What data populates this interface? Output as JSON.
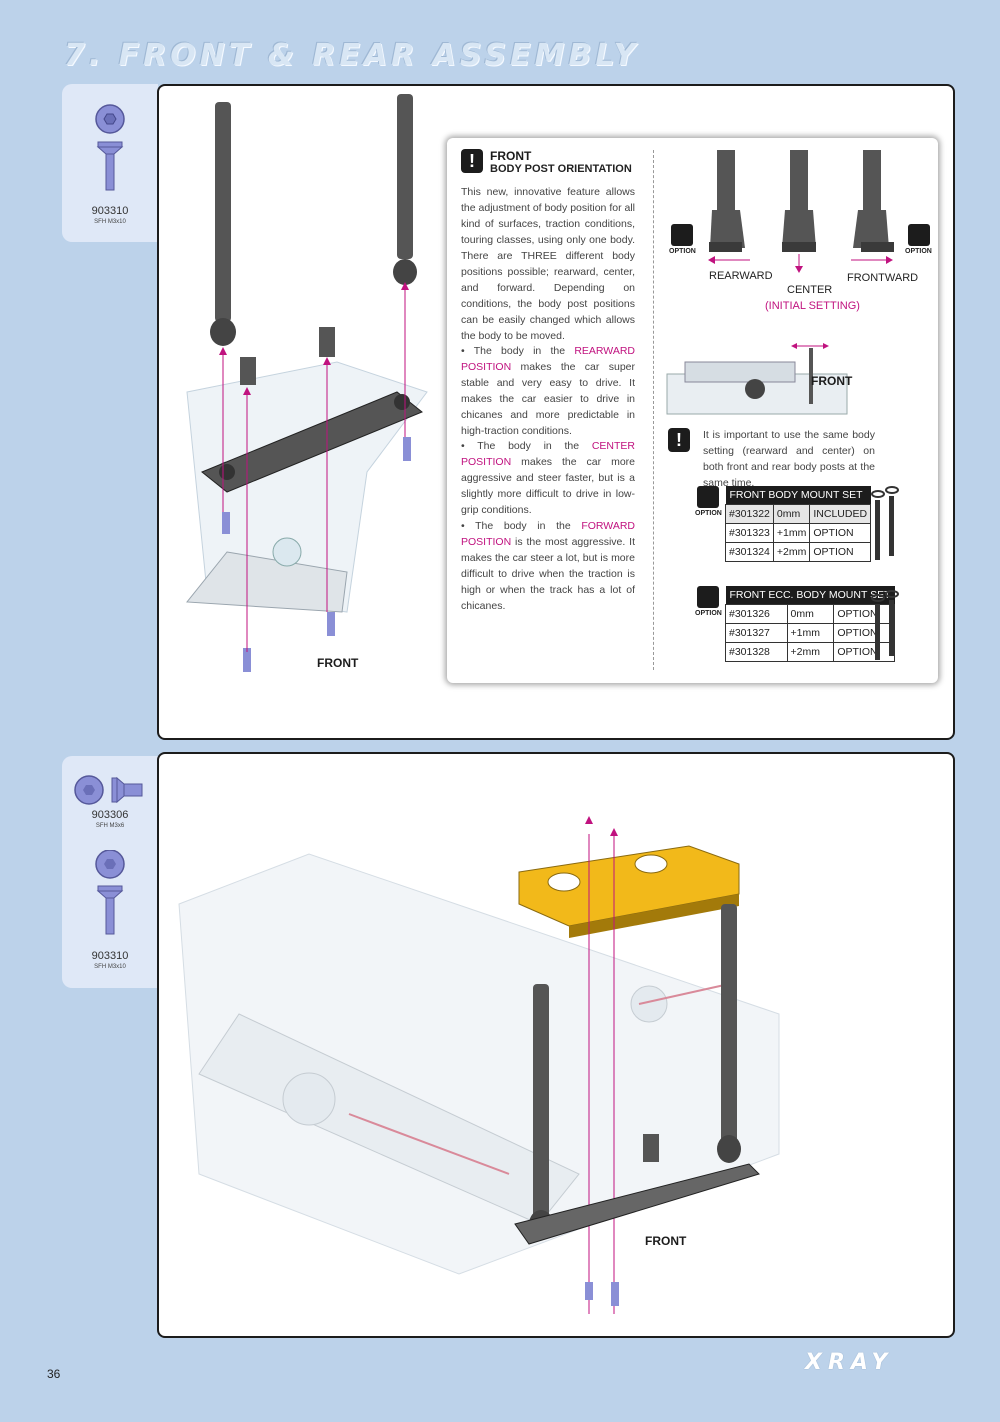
{
  "section_title": "7. FRONT & REAR ASSEMBLY",
  "page_number": "36",
  "brand": "XRAY",
  "step1": {
    "parts": [
      {
        "code": "903310",
        "desc": "SFH M3x10"
      }
    ],
    "front_label": "FRONT",
    "inset": {
      "heading1": "FRONT",
      "heading2": "BODY POST ORIENTATION",
      "intro": "This new, innovative feature allows the adjustment of body position for all kind of surfaces, traction conditions, touring classes, using only one body. There are THREE different body positions possible; rearward, center, and forward. Depending on conditions, the body post positions can be easily changed which allows the body to be moved.",
      "bullets": [
        {
          "pre": "• The body in the ",
          "hl": "REARWARD POSITION",
          "post": " makes the car super stable and very easy to drive. It makes the car easier to drive in chicanes and more predictable in high-traction conditions."
        },
        {
          "pre": "• The body in the ",
          "hl": "CENTER POSITION",
          "post": " makes the car more aggressive and steer faster, but is a slightly more difficult to drive in low-grip conditions."
        },
        {
          "pre": "• The body in the ",
          "hl": "FORWARD POSITION",
          "post": " is the most aggressive. It makes the car steer a lot, but is more difficult to drive when the traction is high or when the track has a lot of chicanes."
        }
      ],
      "positions": {
        "rearward": "REARWARD",
        "center": "CENTER",
        "initial": "(INITIAL SETTING)",
        "frontward": "FRONTWARD"
      },
      "option_label": "OPTION",
      "diagram_front": "FRONT",
      "note": "It is important to use the same body setting (rearward and center) on both front and rear body posts at the same time.",
      "table1": {
        "title": "FRONT BODY MOUNT SET",
        "rows": [
          [
            "#301322",
            "0mm",
            "INCLUDED"
          ],
          [
            "#301323",
            "+1mm",
            "OPTION"
          ],
          [
            "#301324",
            "+2mm",
            "OPTION"
          ]
        ]
      },
      "table2": {
        "title": "FRONT ECC. BODY MOUNT SET",
        "rows": [
          [
            "#301326",
            "0mm",
            "OPTION"
          ],
          [
            "#301327",
            "+1mm",
            "OPTION"
          ],
          [
            "#301328",
            "+2mm",
            "OPTION"
          ]
        ]
      }
    }
  },
  "step2": {
    "parts": [
      {
        "code": "903306",
        "desc": "SFH M3x6"
      },
      {
        "code": "903310",
        "desc": "SFH M3x10"
      }
    ],
    "front_label": "FRONT"
  },
  "colors": {
    "accent": "#c0127f",
    "background": "#bcd2ea",
    "tab": "#dfe8f7",
    "screw": "#8a8fd6",
    "anodized": "#f2b91a"
  }
}
